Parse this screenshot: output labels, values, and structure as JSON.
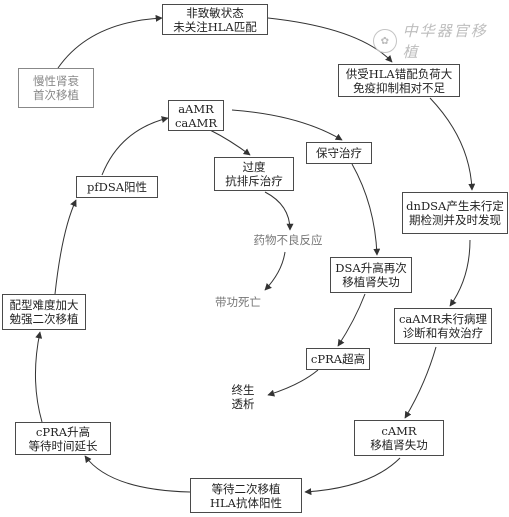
{
  "nodes": {
    "n1": [
      "非致敏状态",
      "未关注HLA匹配"
    ],
    "n2": [
      "供受HLA错配负荷大",
      "免疫抑制相对不足"
    ],
    "n3": [
      "dnDSA产生未行定",
      "期检测并及时发现"
    ],
    "n4": [
      "caAMR未行病理",
      "诊断和有效治疗"
    ],
    "n5": [
      "cAMR",
      "移植肾失功"
    ],
    "n6": [
      "等待二次移植",
      "HLA抗体阳性"
    ],
    "n7": [
      "cPRA升高",
      "等待时间延长"
    ],
    "n8": [
      "配型难度加大",
      "勉强二次移植"
    ],
    "n9": [
      "pfDSA阳性"
    ],
    "n10": [
      "aAMR",
      "caAMR"
    ],
    "n11": [
      "慢性肾衰",
      "首次移植"
    ],
    "n12": [
      "过度",
      "抗排斥治疗"
    ],
    "n13": [
      "药物不良反应"
    ],
    "n14": [
      "带功死亡"
    ],
    "n15": [
      "保守治疗"
    ],
    "n16": [
      "DSA升高再次",
      "移植肾失功"
    ],
    "n17": [
      "cPRA超高"
    ],
    "n18": [
      "终生",
      "透析"
    ]
  },
  "logo": {
    "text": "中华器官移植"
  }
}
